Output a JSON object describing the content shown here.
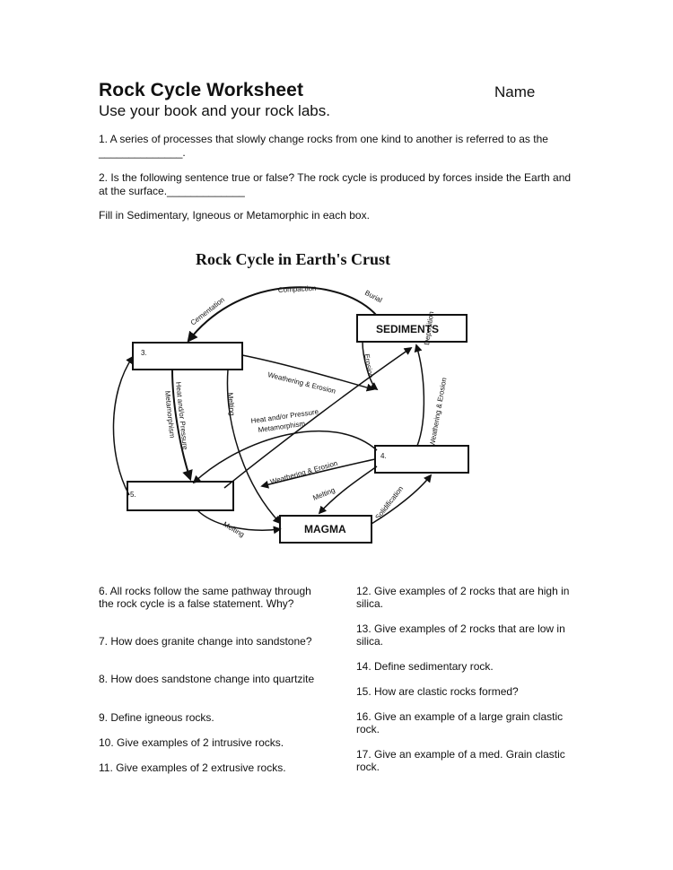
{
  "header": {
    "title": "Rock Cycle Worksheet",
    "name_label": "Name",
    "subtitle": "Use your book and your rock labs."
  },
  "questions_top": [
    {
      "text": "1. A series of processes that slowly change rocks from one kind to another is referred to as the",
      "blank": "______________."
    },
    {
      "text": "2.  Is the following sentence true or false?  The rock cycle is produced by forces inside the Earth and at the surface.",
      "blank": "_____________"
    }
  ],
  "fill_instruction": "Fill in Sedimentary, Igneous or Metamorphic in each box.",
  "diagram": {
    "title": "Rock Cycle in Earth's Crust",
    "boxes": {
      "sediments": "SEDIMENTS",
      "magma": "MAGMA",
      "box3": "3.",
      "box4": "4.",
      "box5": "5."
    },
    "labels": {
      "compaction": "Compaction",
      "burial": "Burial",
      "cementation": "Cementation",
      "erosion": "Erosion",
      "deposition": "Deposition",
      "weathering_erosion_right": "Weathering & Erosion",
      "weathering_erosion_top": "Weathering & Erosion",
      "heat_pressure_left": "Heat and/or Pressure",
      "metamorphism_left": "Metamorphism",
      "melting_left": "Melting",
      "heat_pressure_mid": "Heat and/or Pressure",
      "metamorphism_mid": "Metamorphism",
      "weathering_erosion_mid": "Weathering & Erosion",
      "melting_mid": "Melting",
      "solidification": "Solidification",
      "melting_bottom": "Melting"
    }
  },
  "questions_left": [
    "6.  All rocks follow the same pathway through the rock cycle is a false statement.  Why?",
    "7.  How does granite change into sandstone?",
    "8.  How does sandstone change into quartzite",
    "9.  Define igneous rocks.",
    "10.  Give examples of 2 intrusive rocks.",
    "11.  Give examples of 2 extrusive rocks."
  ],
  "questions_right": [
    "12.  Give examples of 2 rocks that are high in silica.",
    "13.  Give examples of 2 rocks that are low in silica.",
    "14.  Define sedimentary rock.",
    "15.  How are clastic rocks formed?",
    "16.  Give an example of a large grain clastic rock.",
    "17. Give an example of a med. Grain clastic rock."
  ]
}
